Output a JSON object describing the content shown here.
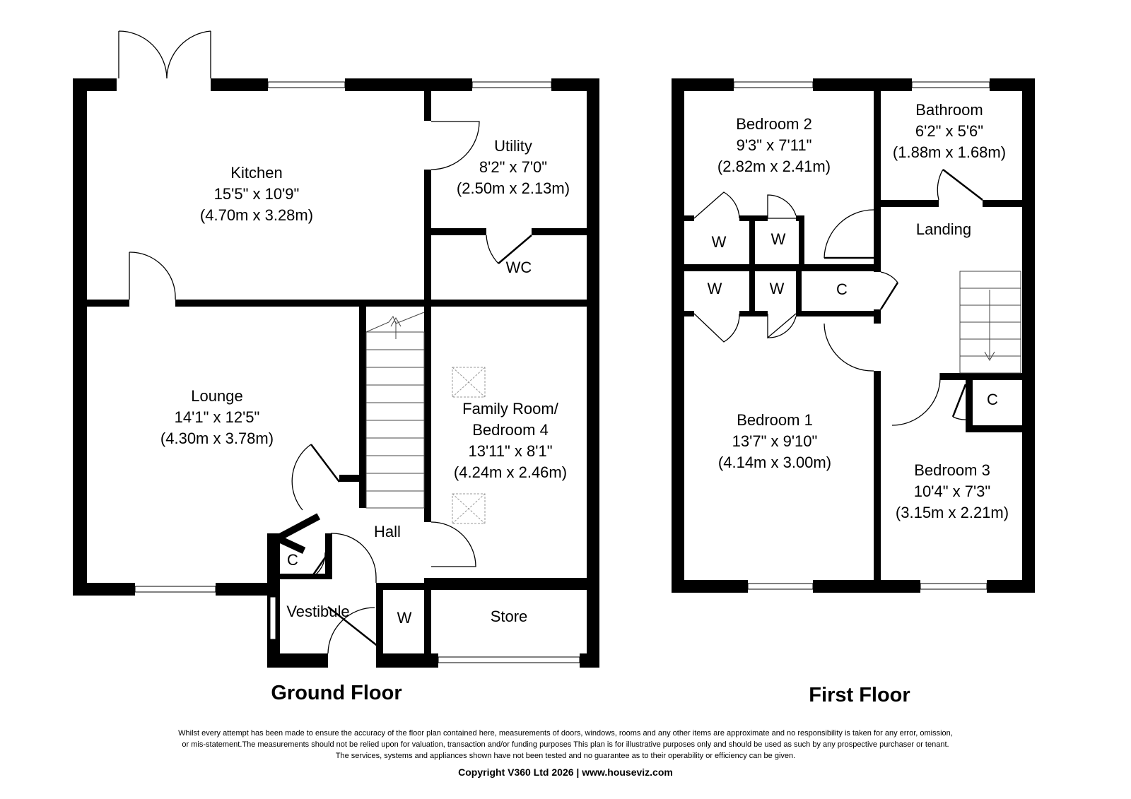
{
  "ground_floor": {
    "title": "Ground Floor",
    "rooms": {
      "kitchen": {
        "name": "Kitchen",
        "imperial": "15'5\" x 10'9\"",
        "metric": "(4.70m x 3.28m)"
      },
      "utility": {
        "name": "Utility",
        "imperial": "8'2\" x 7'0\"",
        "metric": "(2.50m x 2.13m)"
      },
      "lounge": {
        "name": "Lounge",
        "imperial": "14'1\" x 12'5\"",
        "metric": "(4.30m x 3.78m)"
      },
      "family_room": {
        "name_line1": "Family Room/",
        "name_line2": "Bedroom 4",
        "imperial": "13'11\" x 8'1\"",
        "metric": "(4.24m x 2.46m)"
      },
      "wc": "WC",
      "hall": "Hall",
      "cupboard": "C",
      "vestibule": "Vestibule",
      "wardrobe": "W",
      "store": "Store"
    }
  },
  "first_floor": {
    "title": "First Floor",
    "rooms": {
      "bedroom2": {
        "name": "Bedroom 2",
        "imperial": "9'3\" x 7'11\"",
        "metric": "(2.82m x 2.41m)"
      },
      "bathroom": {
        "name": "Bathroom",
        "imperial": "6'2\" x 5'6\"",
        "metric": "(1.88m x 1.68m)"
      },
      "landing": "Landing",
      "bedroom1": {
        "name": "Bedroom 1",
        "imperial": "13'7\" x 9'10\"",
        "metric": "(4.14m x 3.00m)"
      },
      "bedroom3": {
        "name": "Bedroom 3",
        "imperial": "10'4\" x 7'3\"",
        "metric": "(3.15m x 2.21m)"
      },
      "wardrobe": "W",
      "cupboard": "C"
    }
  },
  "disclaimer": {
    "line1": "Whilst every attempt has been made to ensure the accuracy of the floor plan contained here, measurements of doors, windows, rooms and any other items are approximate and no responsibility is taken for any error, omission,",
    "line2": "or mis-statement.The measurements should not be relied upon for valuation, transaction and/or funding purposes This plan is for illustrative purposes only and should be used as such by any prospective purchaser or tenant.",
    "line3": "The services, systems and appliances shown have not been tested and no guarantee as to their operability or efficiency can be given."
  },
  "copyright": "Copyright V360 Ltd 2026 | www.houseviz.com"
}
